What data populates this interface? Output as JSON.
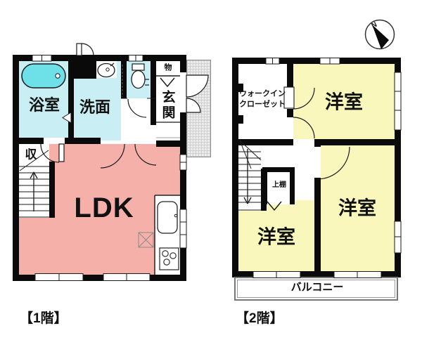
{
  "plan": {
    "type": "floor-plan",
    "colors": {
      "wall": "#0a0a0a",
      "wet_room": "#c9eef3",
      "bathtub": "#6ee0e8",
      "ldk": "#f6b0aa",
      "bedroom": "#faf7bd",
      "porch_hatch": "#ececec",
      "background": "#ffffff"
    }
  },
  "compass": {
    "label": "N"
  },
  "floor1": {
    "caption": "【1階】",
    "labels": {
      "bath": "浴室",
      "wash": "洗面",
      "storage": "物",
      "entrance": "玄関",
      "closet": "収",
      "ldk": "LDK"
    }
  },
  "floor2": {
    "caption": "【2階】",
    "labels": {
      "wic_line1": "ウォークイン",
      "wic_line2": "クローゼット",
      "bedroom_top": "洋室",
      "bedroom_right": "洋室",
      "bedroom_left": "洋室",
      "shelf": "上棚",
      "balcony": "バルコニー"
    }
  }
}
